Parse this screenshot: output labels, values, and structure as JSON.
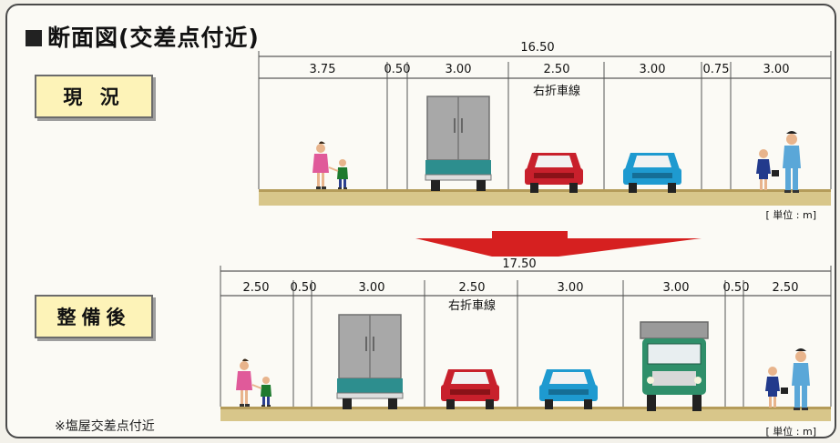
{
  "title": "断面図(交差点付近)",
  "current": {
    "label": "現 況",
    "total_width": "16.50",
    "segments": [
      "3.75",
      "0.50",
      "3.00",
      "2.50",
      "3.00",
      "0.75",
      "3.00"
    ],
    "right_turn_lane_label": "右折車線",
    "unit_label": "[ 単位 : m]"
  },
  "after": {
    "label": "整備後",
    "total_width": "17.50",
    "segments": [
      "2.50",
      "0.50",
      "3.00",
      "2.50",
      "3.00",
      "3.00",
      "0.50",
      "2.50"
    ],
    "right_turn_lane_label": "右折車線",
    "unit_label": "[ 単位 : m]"
  },
  "footnote": "※塩屋交差点付近",
  "colors": {
    "label_bg": "#fdf3b8",
    "ground": "#d8c68a",
    "arrow": "#d62020",
    "red_car": "#c8202c",
    "blue_car": "#1e9ad0",
    "truck_body": "#a9a9a9",
    "truck_cab": "#2f8f6a"
  }
}
